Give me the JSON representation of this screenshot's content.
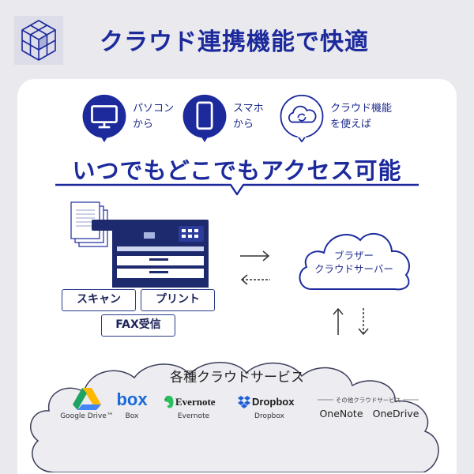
{
  "header": {
    "logo_icon": "isometric-cube-grid-icon",
    "title": "クラウド連携機能で快適"
  },
  "access": [
    {
      "icon": "monitor-icon",
      "line1": "パソコン",
      "line2": "から"
    },
    {
      "icon": "smartphone-icon",
      "line1": "スマホ",
      "line2": "から"
    },
    {
      "icon": "cloud-sync-icon",
      "line1": "クラウド機能",
      "line2": "を使えば"
    }
  ],
  "headline": "いつでもどこでもアクセス可能",
  "device": {
    "icon": "printer-icon",
    "functions": [
      "スキャン",
      "プリント",
      "FAX受信"
    ]
  },
  "server": {
    "line1": "ブラザー",
    "line2": "クラウドサーバー"
  },
  "services": {
    "title": "各種クラウドサービス",
    "items": [
      {
        "icon": "google-drive-icon",
        "label": "Google Drive™"
      },
      {
        "icon": "box-icon",
        "logo": "box",
        "label": "Box"
      },
      {
        "icon": "evernote-icon",
        "logo": "Evernote",
        "label": "Evernote"
      },
      {
        "icon": "dropbox-icon",
        "logo": "Dropbox",
        "label": "Dropbox"
      }
    ],
    "other_title": "その他クラウドサービス",
    "others": [
      "OneNote",
      "OneDrive"
    ]
  },
  "colors": {
    "brand": "#1c2a9c",
    "dark_navy": "#1e2a6e",
    "background": "#e9e9ee",
    "google_green": "#1ea362",
    "google_yellow": "#ffba00",
    "google_blue": "#4285f4",
    "evernote_green": "#2dbe60",
    "dropbox_blue": "#1f5fd6"
  }
}
